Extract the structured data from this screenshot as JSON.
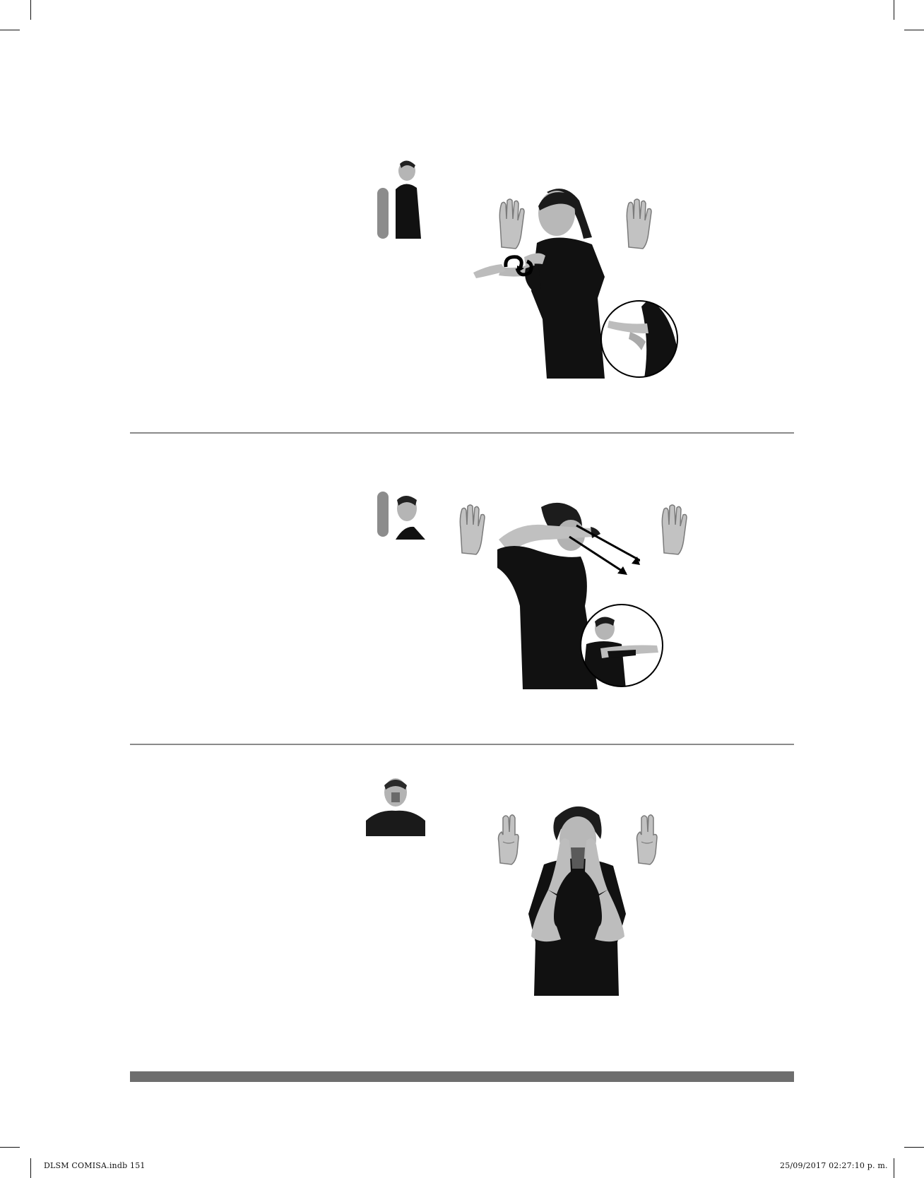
{
  "footer": {
    "file_name": "DLSM COMISA.indb   151",
    "timestamp": "25/09/2017   02:27:10 p. m."
  },
  "colors": {
    "rule": "#8a8a8a",
    "bottom_bar": "#6e6e6e",
    "profile_bar": "#8c8c8c",
    "silhouette": "#111111",
    "skin": "#bdbdbd"
  },
  "entries": [
    {
      "location": "profile-chest",
      "handshapes": [
        "open-palm-hand",
        "open-palm-hand"
      ],
      "movement": "circular-arrows",
      "inset": "hands-close-up"
    },
    {
      "location": "profile-head",
      "handshapes": [
        "open-palm-hand",
        "open-palm-hand"
      ],
      "movement": "double-diagonal-arrows",
      "inset": "forward-reach-view"
    },
    {
      "location": "front-face",
      "handshapes": [
        "three-fingers-hand",
        "three-fingers-hand"
      ],
      "movement": "none",
      "inset": "none"
    }
  ]
}
